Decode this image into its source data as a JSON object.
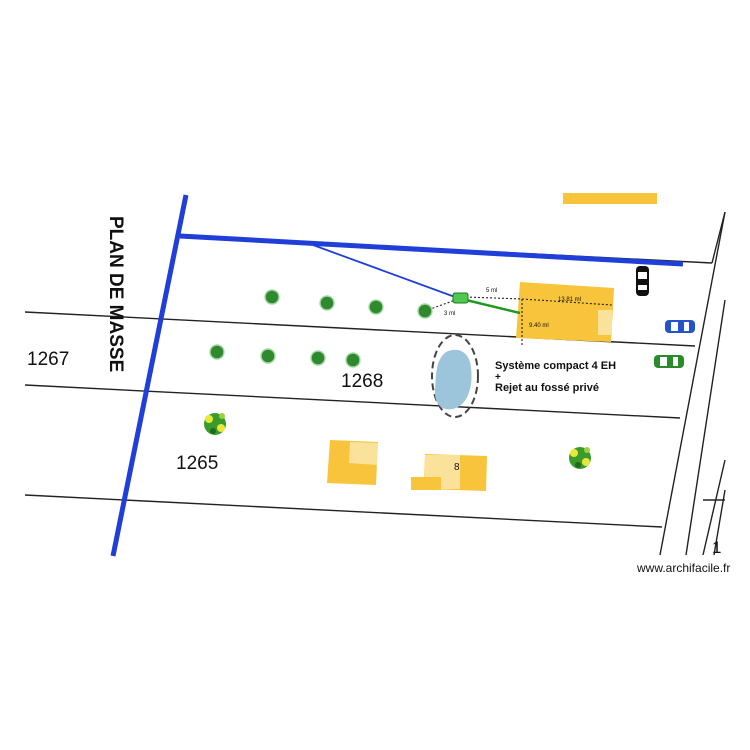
{
  "title": "PLAN DE MASSE",
  "parcels": [
    "1267",
    "1268",
    "1265"
  ],
  "house_number": "8",
  "edge_number": "1",
  "system_label_line1": "Système compact 4 EH",
  "system_label_line2": "+",
  "system_label_line3": "Rejet au fossé privé",
  "dim_5": "5 ml",
  "dim_3": "3 ml",
  "dim_1381": "13.81 ml",
  "dim_940": "9.40 ml",
  "watermark": "www.archifacile.fr",
  "colors": {
    "boundary": "#1f3fd8",
    "building": "#f7c43c",
    "building_light": "#fbe29a",
    "pond": "#9cc5dc",
    "pipe": "#1f9a1f",
    "tree": "#2f8a2f",
    "car_blue": "#2653c9",
    "car_green": "#2a8b2a"
  }
}
